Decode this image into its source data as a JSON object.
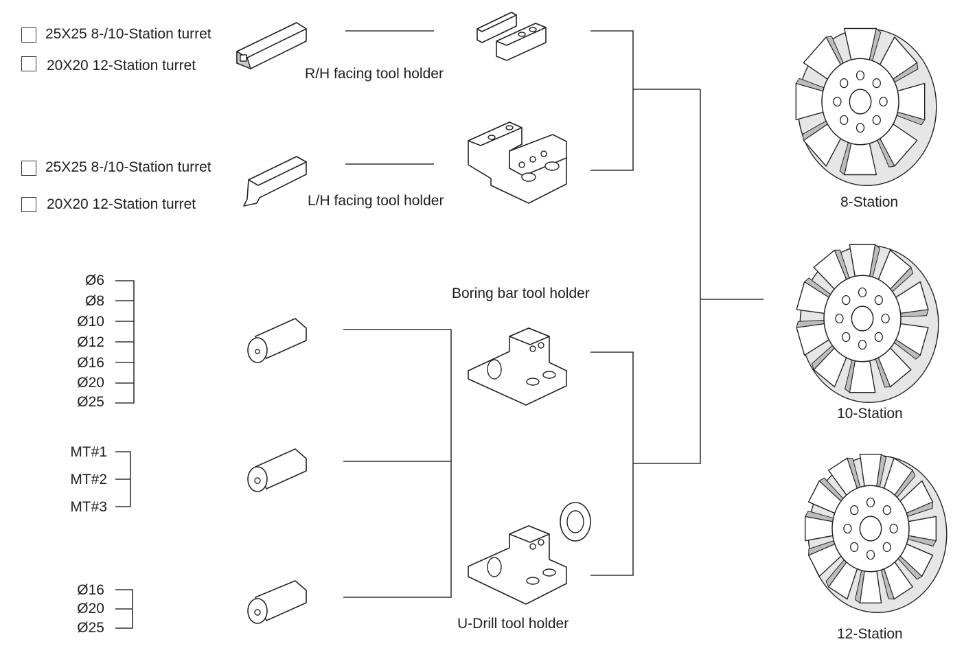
{
  "groups": {
    "rh": {
      "options": [
        "25X25 8-/10-Station turret",
        "20X20 12-Station turret"
      ],
      "holder_label": "R/H facing tool holder"
    },
    "lh": {
      "options": [
        "25X25 8-/10-Station turret",
        "20X20 12-Station turret"
      ],
      "holder_label": "L/H facing tool holder"
    },
    "boring": {
      "holder_label": "Boring bar tool holder",
      "sleeve_sizes_a": [
        "Ø6",
        "Ø8",
        "Ø10",
        "Ø12",
        "Ø16",
        "Ø20",
        "Ø25"
      ],
      "sleeve_sizes_b": [
        "MT#1",
        "MT#2",
        "MT#3"
      ]
    },
    "udrill": {
      "holder_label": "U-Drill tool holder",
      "sleeve_sizes": [
        "Ø16",
        "Ø20",
        "Ø25"
      ]
    }
  },
  "turrets": [
    {
      "label": "8-Station",
      "slots": 8
    },
    {
      "label": "10-Station",
      "slots": 10
    },
    {
      "label": "12-Station",
      "slots": 12
    }
  ]
}
